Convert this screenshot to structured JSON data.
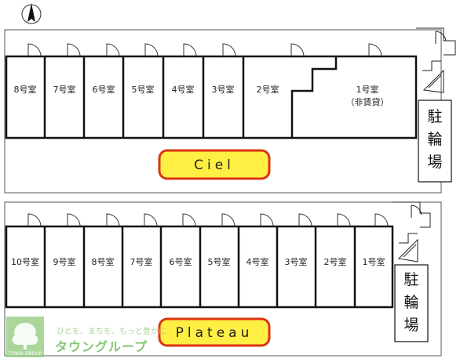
{
  "building_top": {
    "name": "Ciel",
    "rooms": [
      "8号室",
      "7号室",
      "6号室",
      "5号室",
      "4号室",
      "3号室",
      "2号室",
      "1号室"
    ],
    "room1_note": "（非賃貸）",
    "bike_parking": [
      "駐",
      "輪",
      "場"
    ]
  },
  "building_bottom": {
    "name": "Plateau",
    "rooms": [
      "10号室",
      "9号室",
      "8号室",
      "7号室",
      "6号室",
      "5号室",
      "4号室",
      "3号室",
      "2号室",
      "1号室"
    ],
    "bike_parking": [
      "駐",
      "輪",
      "場"
    ]
  },
  "watermark": {
    "slogan": "ひとを、まちを、もっと豊かに",
    "brand": "タウングループ",
    "tiny": "TOWN GROUP"
  },
  "colors": {
    "label_fill": "#ffee44",
    "label_border": "#dd3311",
    "line": "#111111",
    "brand_green": "#73bd5b"
  }
}
